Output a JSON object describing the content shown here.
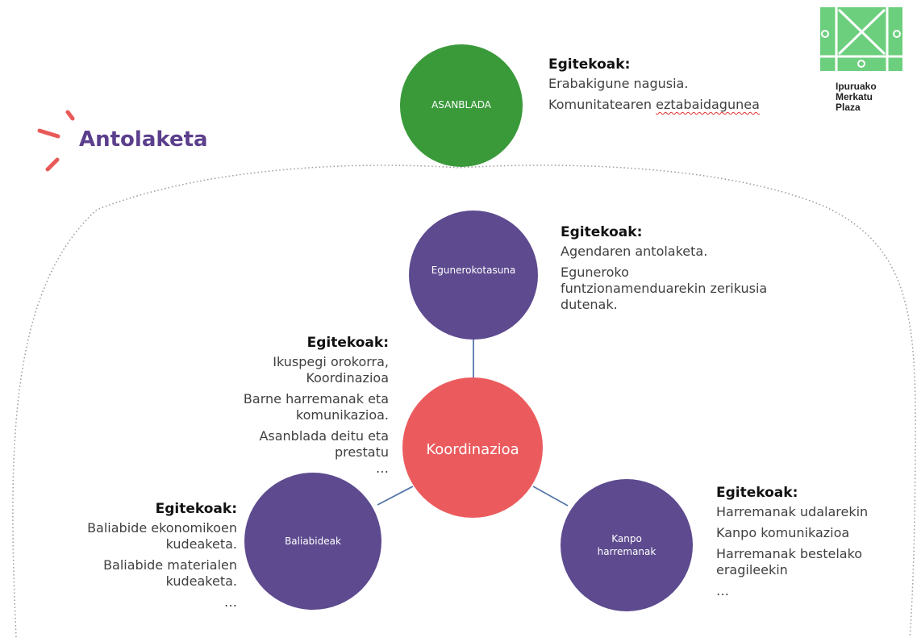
{
  "title": "Antolaketa",
  "logo": {
    "lines": [
      "Ipuruako",
      "Merkatu",
      "Plaza"
    ],
    "color": "#6ccf7d"
  },
  "colors": {
    "green": "#3a9a3a",
    "purple": "#5d4a8f",
    "coral": "#eb5b5e",
    "title": "#5b3f8c",
    "line": "#5577aa"
  },
  "nodes": {
    "asanblada": {
      "label": "ASANBLADA"
    },
    "egunerokotasuna": {
      "label": "Egunerokotasuna"
    },
    "koordinazioa": {
      "label": "Koordinazioa"
    },
    "baliabideak": {
      "label": "Baliabideak"
    },
    "kanpo": {
      "label_line1": "Kanpo",
      "label_line2": "harremanak"
    }
  },
  "tasks": {
    "asanblada": {
      "heading": "Egitekoak:",
      "items": [
        "Erabakigune nagusia.",
        "Komunitatearen",
        "eztabaidagunea"
      ]
    },
    "egunerokotasuna": {
      "heading": "Egitekoak:",
      "items": [
        "Agendaren antolaketa.",
        "Eguneroko",
        "funtzionamenduarekin zerikusia",
        "dutenak."
      ]
    },
    "koordinazioa": {
      "heading": "Egitekoak:",
      "items": [
        "Ikuspegi orokorra,",
        "Koordinazioa",
        "Barne harremanak eta",
        "komunikazioa.",
        "Asanblada deitu eta",
        "prestatu",
        "…"
      ]
    },
    "baliabideak": {
      "heading": "Egitekoak:",
      "items": [
        "Baliabide ekonomikoen",
        "kudeaketa.",
        "Baliabide materialen",
        "kudeaketa.",
        "…"
      ]
    },
    "kanpo": {
      "heading": "Egitekoak:",
      "items": [
        "Harremanak udalarekin",
        "Kanpo komunikazioa",
        "Harremanak  bestelako",
        "eragileekin",
        "…"
      ]
    }
  }
}
